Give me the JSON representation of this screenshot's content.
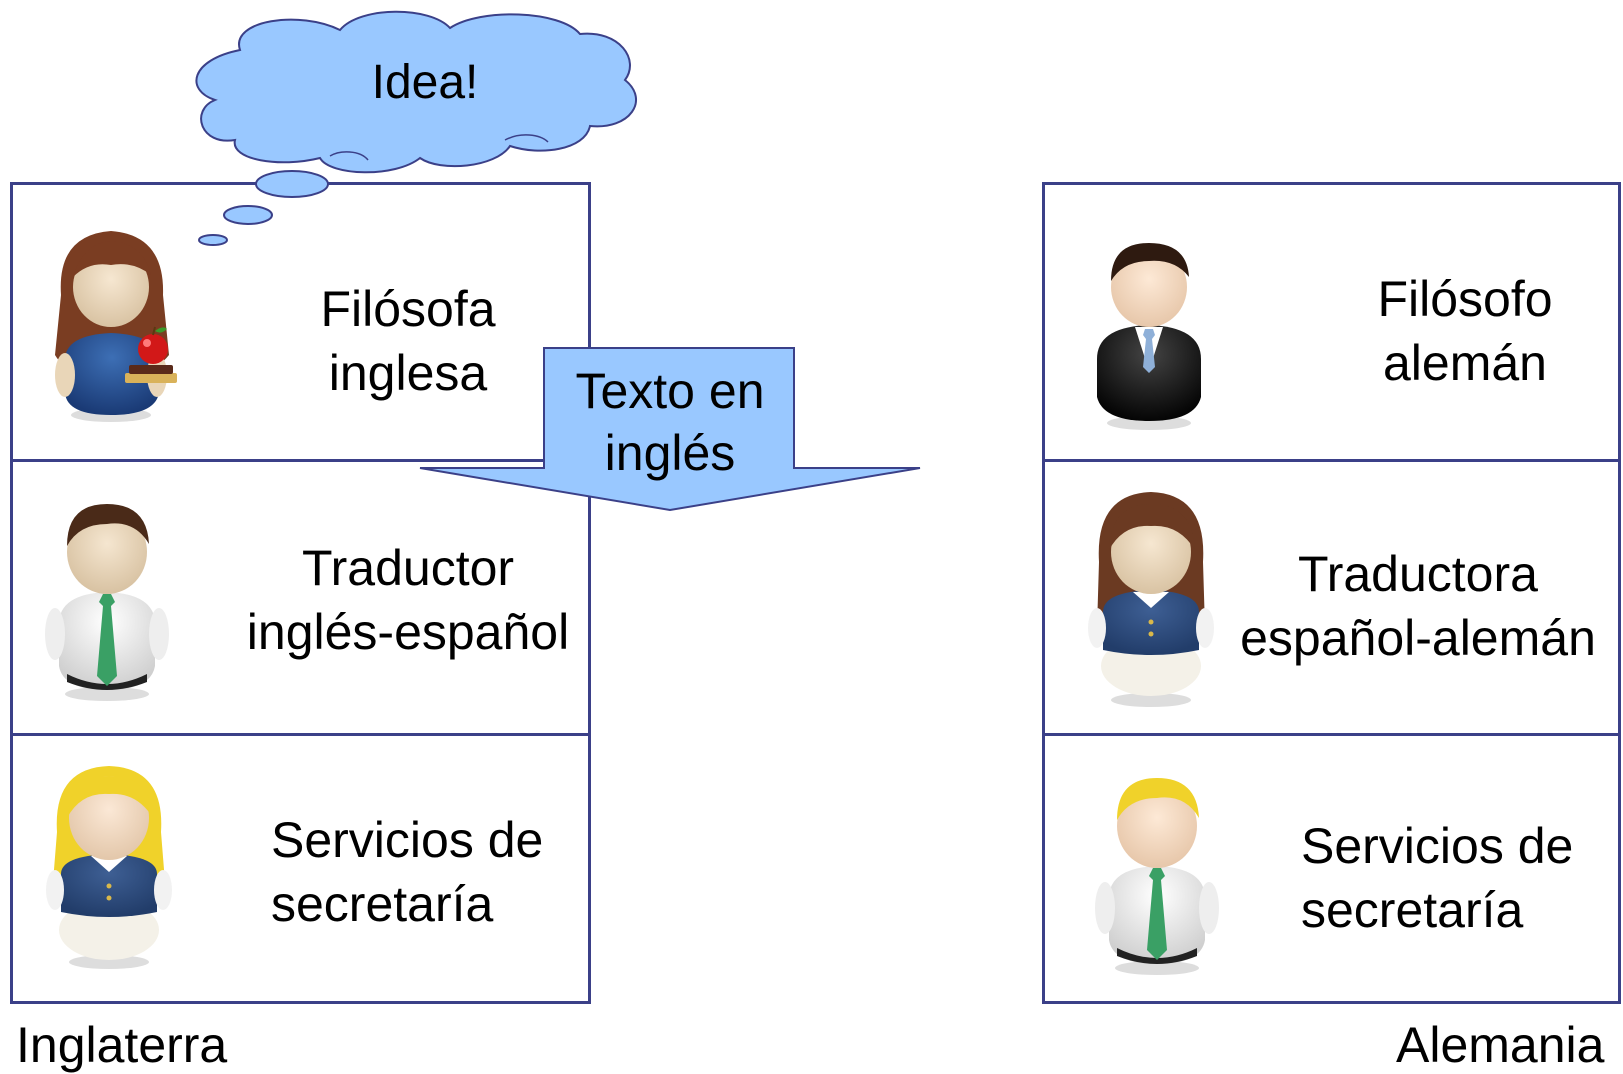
{
  "thought_bubble": {
    "text": "Idea!"
  },
  "arrow": {
    "line1": "Texto en",
    "line2": "inglés"
  },
  "england": {
    "country": "Inglaterra",
    "roles": [
      {
        "line1": "Filósofa",
        "line2": "inglesa",
        "icon": "woman-teacher-icon"
      },
      {
        "line1": "Traductor",
        "line2": "inglés-español",
        "icon": "man-white-shirt-icon"
      },
      {
        "line1": "Servicios de",
        "line2": "secretaría",
        "icon": "blonde-woman-vest-icon"
      }
    ]
  },
  "germany": {
    "country": "Alemania",
    "roles": [
      {
        "line1": "Filósofo",
        "line2": "alemán",
        "icon": "man-black-suit-icon"
      },
      {
        "line1": "Traductora",
        "line2": "español-alemán",
        "icon": "brunette-woman-vest-icon"
      },
      {
        "line1": "Servicios de",
        "line2": "secretaría",
        "icon": "blonde-man-white-shirt-icon"
      }
    ]
  },
  "colors": {
    "border": "#3b4088",
    "bubble_fill": "#99c8ff",
    "arrow_fill": "#99c8ff"
  }
}
